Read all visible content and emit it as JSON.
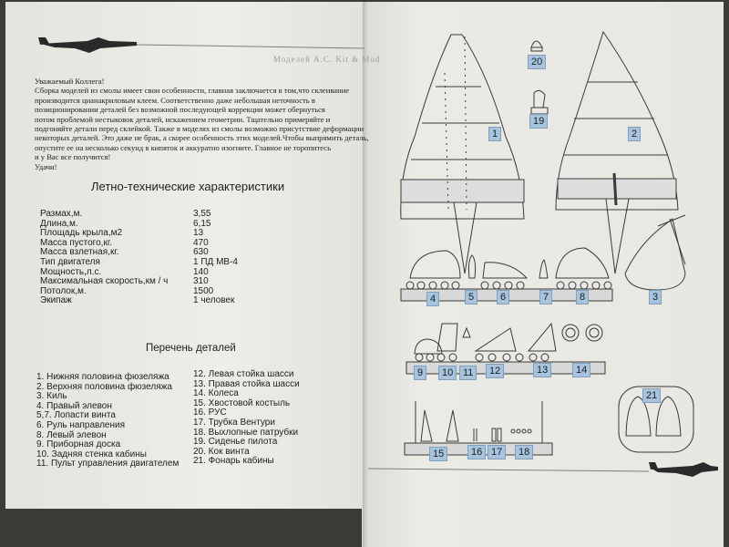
{
  "header": {
    "brand": "Моделей А.С. Kit & Mod"
  },
  "intro": [
    "Уважаемый Коллега!",
    "Сборка моделей из смолы имеет свои особенности, главная заключается в том,что склеивание",
    "производится цианакриловым клеем. Соответственно даже небольшая неточность в",
    "позиционировании деталей без возможной последующей  коррекции может обернуться",
    "потом проблемой нестыковок деталей, искажением геометрии. Тщательно примеряйте и",
    "подгоняйте детали перед склейкой. Также в моделях из смолы возможно присутствие деформации",
    "некоторых деталей. Это даже не брак, а скорее особенность этих моделей.Чтобы выпрямить деталь,",
    "опустите ее на несколько секунд в кипяток и аккуратно изогните. Главное не торопитесь",
    "и у Вас все получится!",
    "Удачи!"
  ],
  "specs": {
    "title": "Летно-технические характеристики",
    "rows": [
      {
        "label": "Размах,м.",
        "value": "3,55"
      },
      {
        "label": "Длина,м.",
        "value": "6,15"
      },
      {
        "label": "Площадь крыла,м2",
        "value": "13"
      },
      {
        "label": "Масса пустого,кг.",
        "value": "470"
      },
      {
        "label": "Масса взлетная,кг.",
        "value": "630"
      },
      {
        "label": "Тип двигателя",
        "value": "1 ПД МВ-4"
      },
      {
        "label": "Мощность,л.с.",
        "value": "140"
      },
      {
        "label": "Максимальная скорость,км / ч",
        "value": "310"
      },
      {
        "label": "Потолок,м.",
        "value": "1500"
      },
      {
        "label": "Экипаж",
        "value": "1 человек"
      }
    ]
  },
  "parts": {
    "title": "Перечень деталей",
    "col1": [
      "1. Нижняя половина фюзеляжа",
      "2. Верхняя половина фюзеляжа",
      "3. Киль",
      "4. Правый элевон",
      "5,7. Лопасти винта",
      "6. Руль направления",
      "8. Левый элевон",
      "9. Приборная доска",
      "10. Задняя стенка кабины",
      "11. Пульт управления двигателем"
    ],
    "col2": [
      "12. Левая стойка шасси",
      "13. Правая стойка шасси",
      "14. Колеса",
      "15. Хвостовой костыль",
      "16. РУС",
      "17. Трубка Вентури",
      "18. Выхлопные патрубки",
      "19. Сиденье пилота",
      "20. Кок винта",
      "21. Фонарь кабины"
    ]
  },
  "diagram_labels": [
    "1",
    "2",
    "20",
    "19",
    "4",
    "5",
    "6",
    "7",
    "8",
    "3",
    "9",
    "10",
    "11",
    "12",
    "13",
    "14",
    "21",
    "15",
    "16",
    "17",
    "18"
  ]
}
